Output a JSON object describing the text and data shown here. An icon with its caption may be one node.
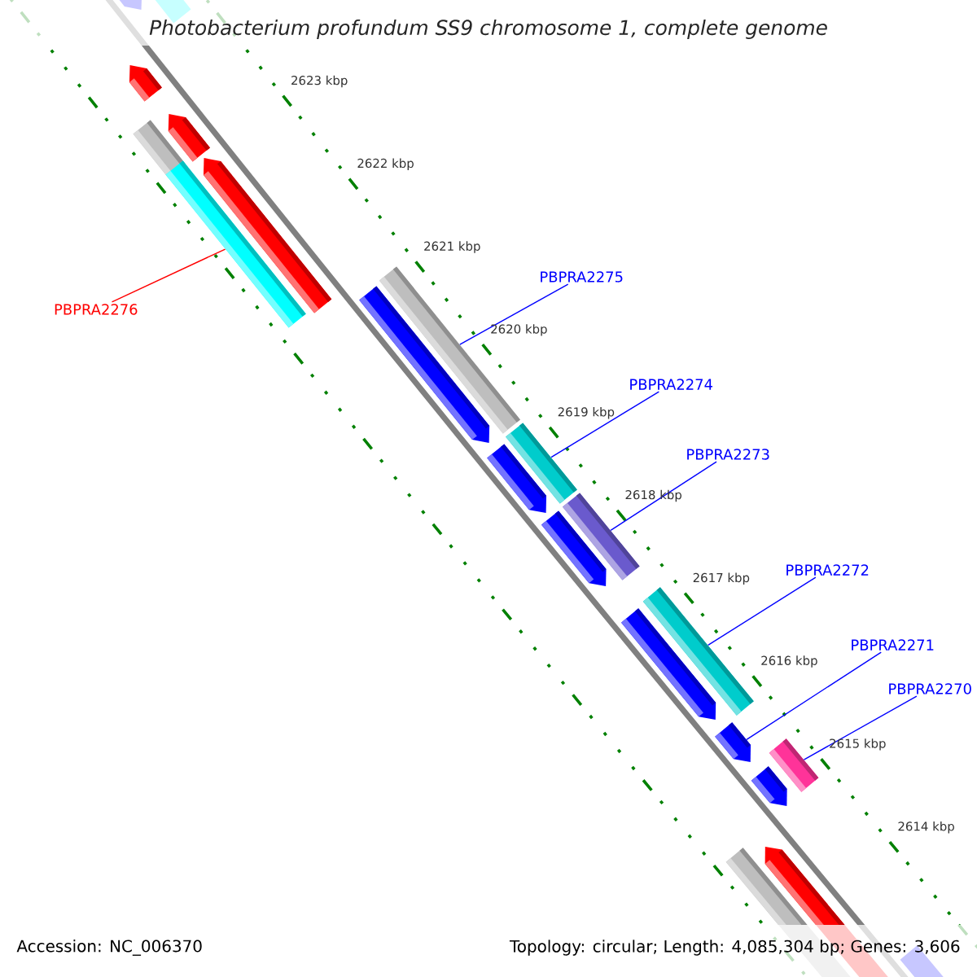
{
  "diagram": {
    "title": "Photobacterium profundum SS9 chromosome 1, complete genome",
    "nodes": [
      {
        "text": [
          "PBPRA2276"
        ]
      },
      {
        "text": [
          "PBPRA2275"
        ]
      },
      {
        "text": [
          "PBPRA2274"
        ]
      },
      {
        "text": [
          "PBPRA2273"
        ]
      },
      {
        "text": [
          "PBPRA2272"
        ]
      },
      {
        "text": [
          "PBPRA2271"
        ]
      },
      {
        "text": [
          "PBPRA2270"
        ]
      },
      {
        "text": [],
        "shape": "arrow"
      },
      {
        "text": [],
        "shape": "box"
      },
      {
        "text": [],
        "shape": "arrow"
      },
      {
        "text": [],
        "shape": "arrow"
      },
      {
        "text": [],
        "shape": "box"
      },
      {
        "text": [],
        "shape": "arrow"
      },
      {
        "text": [],
        "shape": "box"
      },
      {
        "text": [],
        "shape": "box"
      },
      {
        "text": [],
        "shape": "arrow"
      },
      {
        "text": [],
        "shape": "box"
      },
      {
        "text": [],
        "shape": "arrow"
      },
      {
        "text": [],
        "shape": "box"
      },
      {
        "text": [],
        "shape": "arrow"
      },
      {
        "text": [],
        "shape": "box"
      },
      {
        "text": [],
        "shape": "arrow"
      },
      {
        "text": [],
        "shape": "arrow"
      },
      {
        "text": [],
        "shape": "box"
      },
      {
        "text": [],
        "shape": "arrow"
      },
      {
        "text": [],
        "shape": "arrow"
      },
      {
        "text": [],
        "shape": "box"
      },
      {
        "text": [],
        "shape": "arrow"
      }
    ],
    "edges": [
      {
        "from": 0,
        "to": 13,
        "arrow": "none",
        "color": "#ff0000"
      },
      {
        "from": 1,
        "to": 14,
        "arrow": "none"
      },
      {
        "from": 2,
        "to": 16,
        "arrow": "none"
      },
      {
        "from": 3,
        "to": 18,
        "arrow": "none"
      },
      {
        "from": 4,
        "to": 20,
        "arrow": "none"
      },
      {
        "from": 5,
        "to": 22,
        "arrow": "none"
      },
      {
        "from": 6,
        "to": 23,
        "arrow": "none"
      }
    ],
    "labels": [
      "2623 kbp",
      "2622 kbp",
      "2621 kbp",
      "2620 kbp",
      "2619 kbp",
      "2618 kbp",
      "2617 kbp",
      "2616 kbp",
      "2615 kbp",
      "2614 kbp",
      "Accession: NC_006370",
      "Topology: circular; Length: 4,085,304 bp; Genes: 3,606"
    ]
  }
}
